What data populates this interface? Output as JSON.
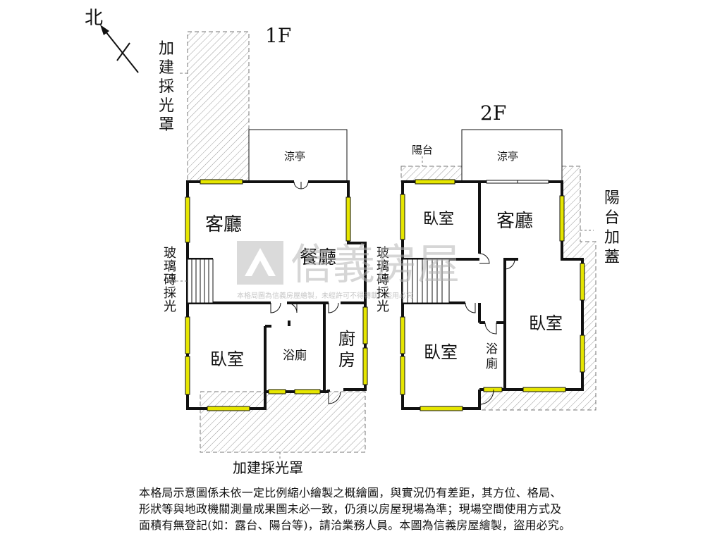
{
  "compass": {
    "label": "北"
  },
  "floor1": {
    "title": "1F",
    "skylight_side": "加建採光罩",
    "skylight_bottom": "加建採光罩",
    "pavilion": "涼亭",
    "living_room": "客廳",
    "dining_room": "餐廳",
    "bedroom": "臥室",
    "bathroom": "浴廁",
    "kitchen": "廚房",
    "glass_brick_left": "玻璃磚採光",
    "glass_brick_right": "玻璃磚採光"
  },
  "floor2": {
    "title": "2F",
    "balcony": "陽台",
    "pavilion": "涼亭",
    "bedroom_top_left": "臥室",
    "living_room": "客廳",
    "bedroom_bottom_left": "臥室",
    "bathroom": "浴廁",
    "bedroom_right": "臥室",
    "balcony_cover": "陽台加蓋"
  },
  "watermark": {
    "brand": "信義房屋",
    "notice": "本格局圖為信義房屋繪製，未經許可不得轉載，盜用必究"
  },
  "disclaimer": {
    "line1": "本格局示意圖係未依一定比例縮小繪製之概繪圖，與實況仍有差距，其方位、格局、",
    "line2": "形狀等與地政機關測量成果圖未必一致，仍須以房屋現場為準；現場空間使用方式及",
    "line3": "面積有無登記(如：露台、陽台等)，請洽業務人員。本圖為信義房屋繪製，盜用必究。"
  },
  "colors": {
    "wall": "#111111",
    "window": "#e6e600",
    "hatch": "#9a9a9a"
  }
}
